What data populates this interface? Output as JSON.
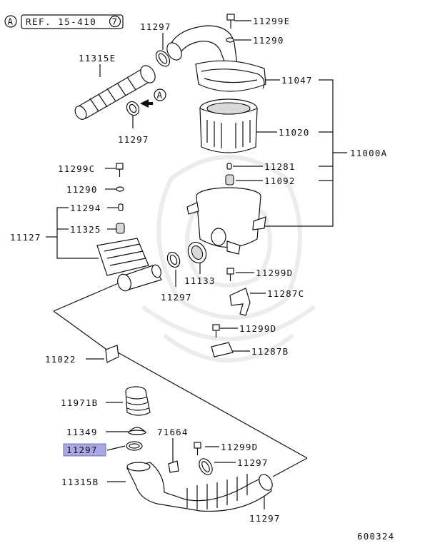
{
  "header": {
    "view_marker": "A",
    "ref_text": "REF. 15-410",
    "ref_circle": "7"
  },
  "arrow_marker": "A",
  "labels": {
    "p11297_a": "11297",
    "p11299e": "11299E",
    "p11290_a": "11290",
    "p11315e": "11315E",
    "p11047": "11047",
    "p11297_b": "11297",
    "p11020": "11020",
    "p11000a": "11000A",
    "p11281": "11281",
    "p11299c": "11299C",
    "p11092": "11092",
    "p11290_b": "11290",
    "p11294": "11294",
    "p11127": "11127",
    "p11325": "11325",
    "p11299d_a": "11299D",
    "p11287c": "11287C",
    "p11297_c": "11297",
    "p11133": "11133",
    "p11299d_b": "11299D",
    "p11022": "11022",
    "p11287b": "11287B",
    "p11971b": "11971B",
    "p11349": "11349",
    "p71664": "71664",
    "p11297_hl": "11297",
    "p11299d_c": "11299D",
    "p11297_d": "11297",
    "p11315b": "11315B",
    "p11297_e": "11297"
  },
  "highlight_color": "#a9a7e4",
  "footer": {
    "code": "600324"
  }
}
